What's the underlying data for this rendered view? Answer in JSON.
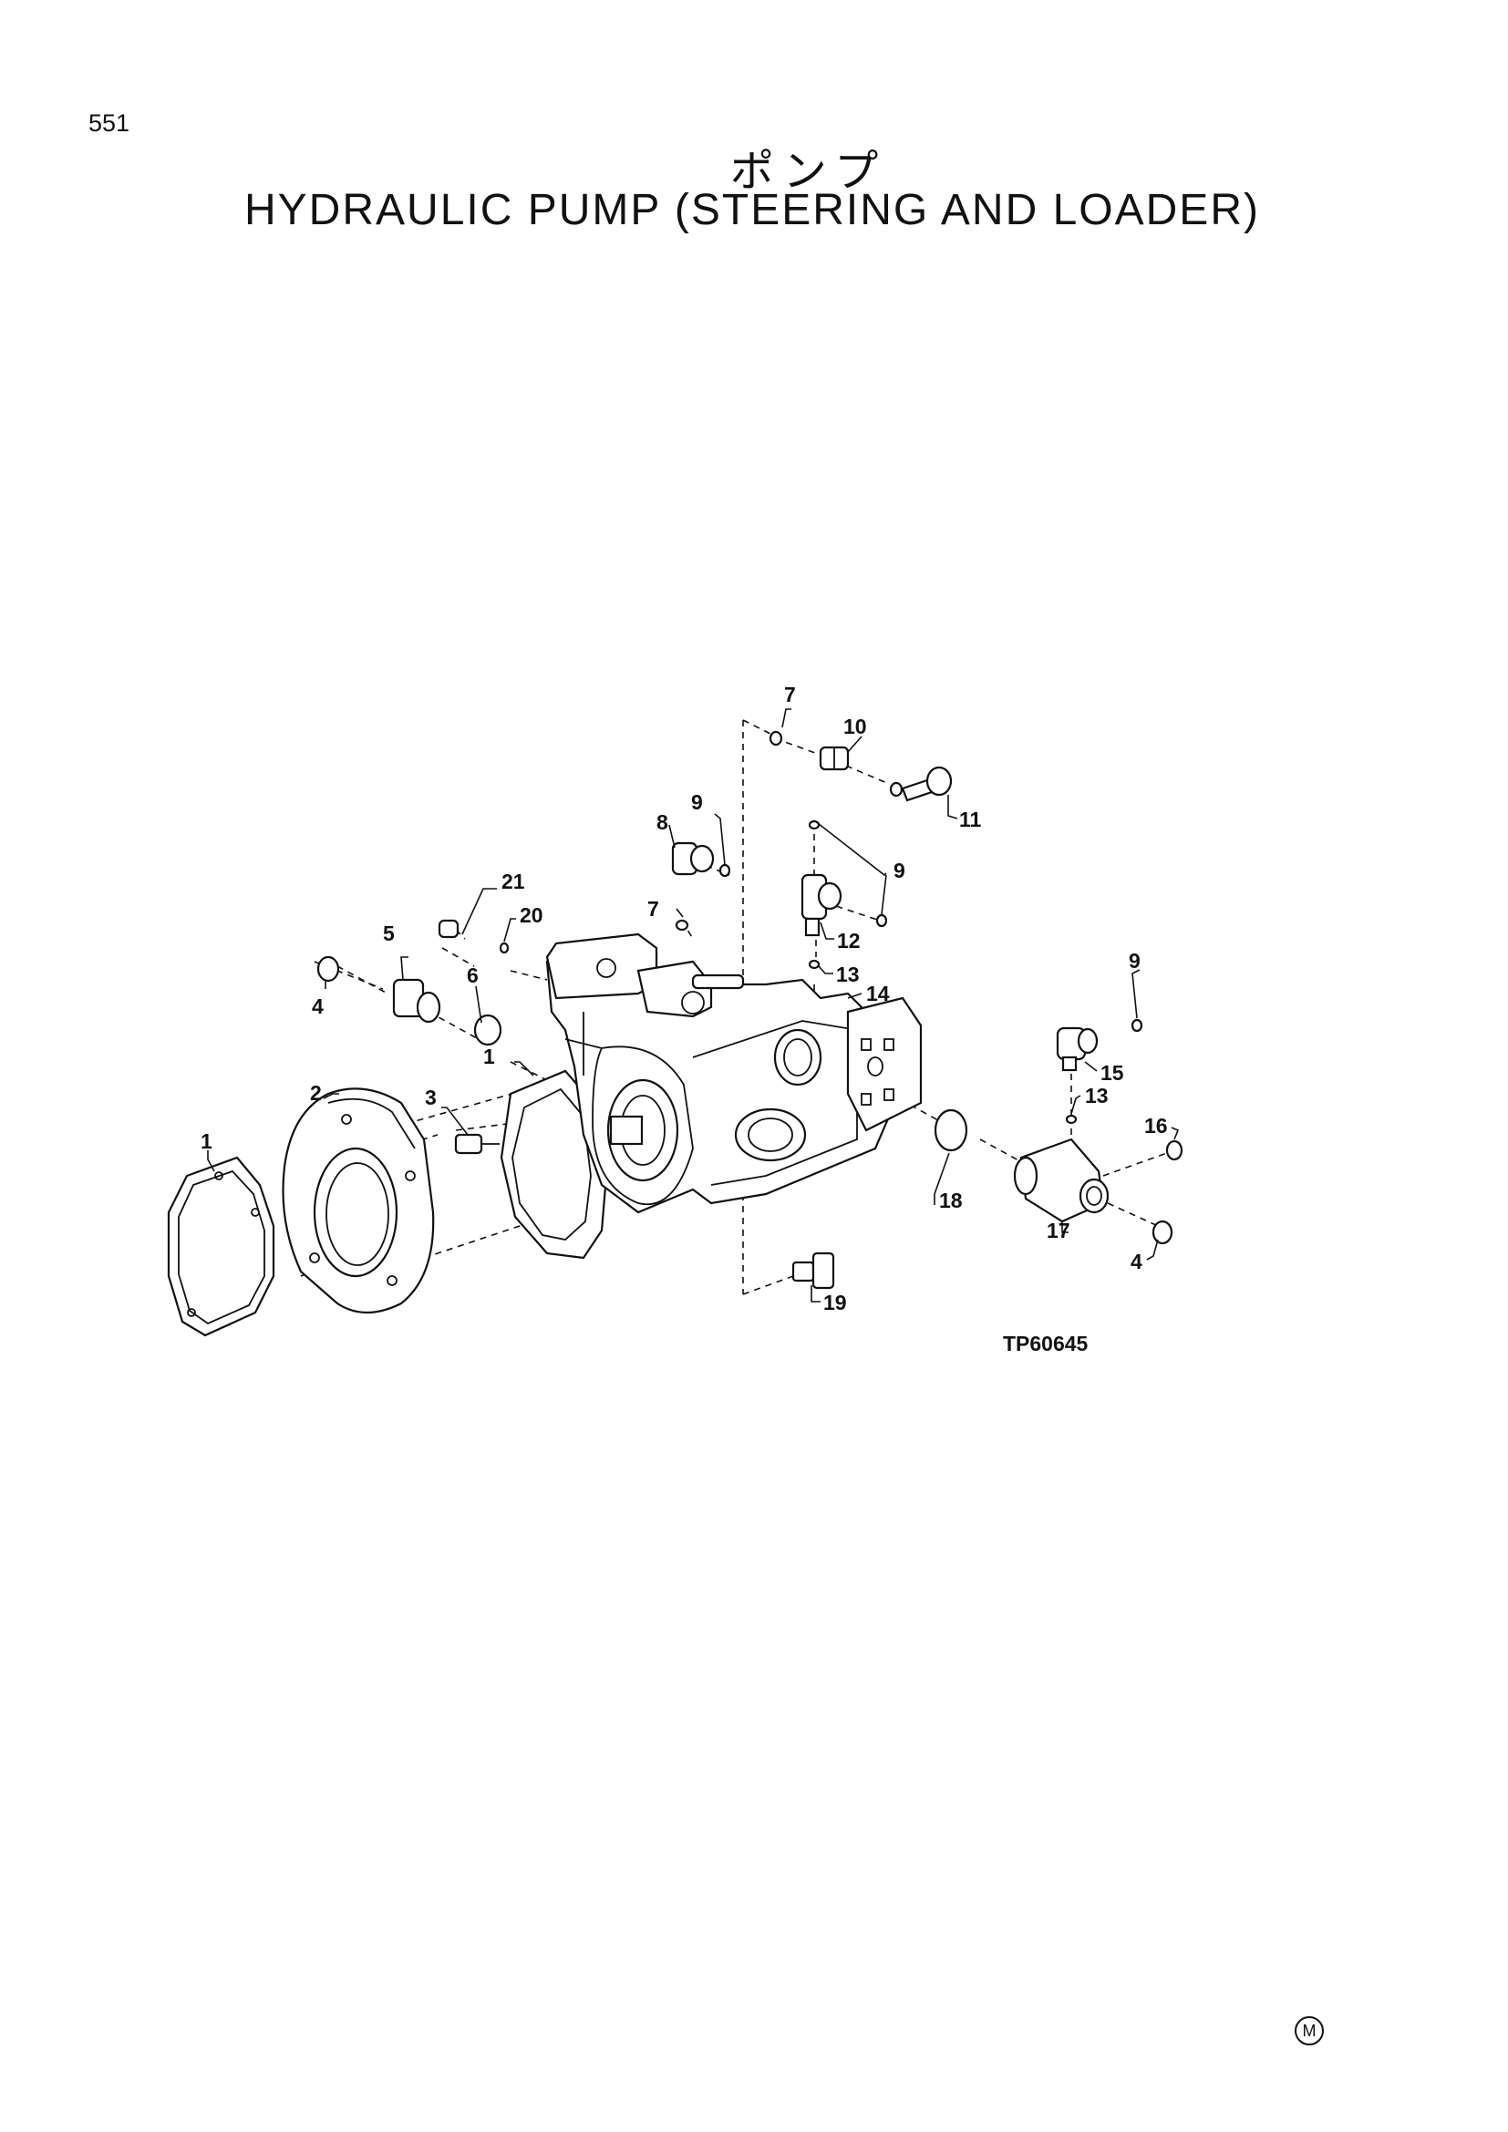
{
  "page": {
    "number": "551",
    "title_jp": "ポンプ",
    "title_en": "HYDRAULIC PUMP (STEERING AND LOADER)"
  },
  "diagram": {
    "drawing_code": "TP60645",
    "callouts": {
      "c1a": "1",
      "c1b": "1",
      "c2": "2",
      "c3": "3",
      "c4a": "4",
      "c4b": "4",
      "c5": "5",
      "c6": "6",
      "c7a": "7",
      "c7b": "7",
      "c8": "8",
      "c9a": "9",
      "c9b": "9",
      "c9c": "9",
      "c10": "10",
      "c11": "11",
      "c12": "12",
      "c13a": "13",
      "c13b": "13",
      "c14": "14",
      "c15": "15",
      "c16": "16",
      "c17": "17",
      "c18": "18",
      "c19": "19",
      "c20": "20",
      "c21": "21"
    }
  },
  "footer": {
    "mark": "M"
  }
}
